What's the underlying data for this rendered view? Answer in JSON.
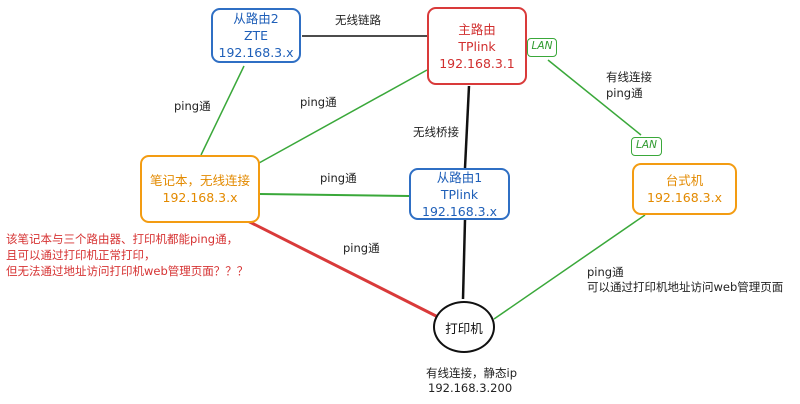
{
  "nodes": {
    "sub_router_2": {
      "name": "从路由2",
      "brand": "ZTE",
      "ip": "192.168.3.x"
    },
    "main_router": {
      "name": "主路由",
      "brand": "TPlink",
      "ip": "192.168.3.1"
    },
    "sub_router_1": {
      "name": "从路由1",
      "brand": "TPlink",
      "ip": "192.168.3.x"
    },
    "laptop": {
      "name": "笔记本，无线连接",
      "ip": "192.168.3.x"
    },
    "desktop": {
      "name": "台式机",
      "ip": "192.168.3.x"
    },
    "printer": {
      "name": "打印机",
      "conn": "有线连接，静态ip",
      "ip": "192.168.3.200"
    }
  },
  "tags": {
    "lan_main": "LAN",
    "lan_desktop": "LAN"
  },
  "edges": {
    "wireless_link": "无线链路",
    "wireless_bridge": "无线桥接",
    "wired_line1": "有线连接",
    "wired_line2": "ping通",
    "ping_sub2_laptop": "ping通",
    "ping_main_laptop": "ping通",
    "ping_laptop_sub1": "ping通",
    "ping_laptop_printer": "ping通",
    "desktop_printer_line1": "ping通",
    "desktop_printer_line2": "可以通过打印机地址访问web管理页面"
  },
  "note": {
    "line1": "该笔记本与三个路由器、打印机都能ping通，",
    "line2": "且可以通过打印机正常打印，",
    "line3": "但无法通过地址访问打印机web管理页面？？？"
  },
  "colors": {
    "blue": "#2f6fc4",
    "red": "#d93a3a",
    "orange": "#f39c12",
    "green": "#3aa83a",
    "black": "#111111"
  }
}
